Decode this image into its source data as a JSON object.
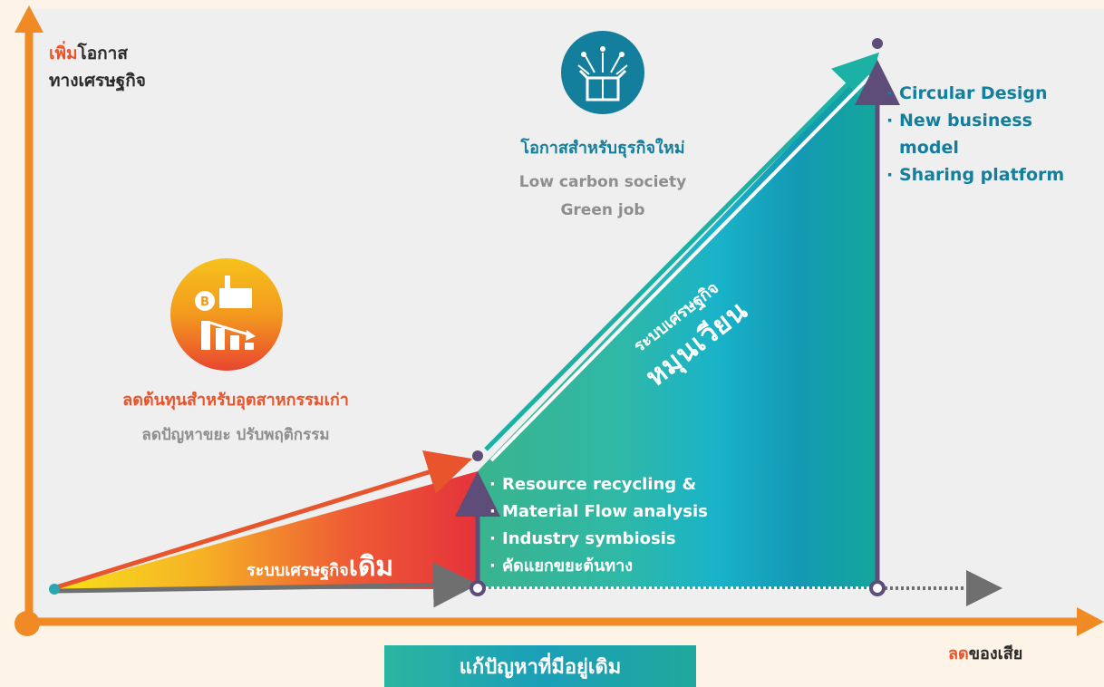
{
  "y_axis": {
    "highlight": "เพิ่ม",
    "line1_rest": "โอกาส",
    "line2": "ทางเศรษฐกิจ"
  },
  "x_axis": {
    "highlight": "ลด",
    "rest": "ของเสีย"
  },
  "stage_old": {
    "heading": "ลดต้นทุนสำหรับอุตสาหกรรมเก่า",
    "sub": "ลดปัญหาขยะ ปรับพฤติกรรม",
    "band_small": "ระบบเศรษฐกิจ",
    "band_big": "เดิม",
    "icon": "factory-cost-down-icon"
  },
  "stage_new": {
    "heading": "โอกาสสำหรับธุรกิจใหม่",
    "sub1": "Low carbon society",
    "sub2": "Green job",
    "band_small": "ระบบเศรษฐกิจ",
    "band_big": "หมุนเวียน",
    "icon": "gift-box-fireworks-icon"
  },
  "bullets_mid": [
    "Resource recycling &",
    "Material Flow analysis",
    "Industry symbiosis",
    "คัดแยกขยะต้นทาง"
  ],
  "bullets_right": [
    "Circular Design",
    "New business",
    "model",
    "Sharing platform"
  ],
  "banner": "แก้ปัญหาที่มีอยู่เดิม",
  "colors": {
    "orange": "#e8542b",
    "axis_orange": "#f08a24",
    "teal": "#137f9c",
    "purple": "#5d4d78",
    "grey_text": "#8e8e8e"
  }
}
